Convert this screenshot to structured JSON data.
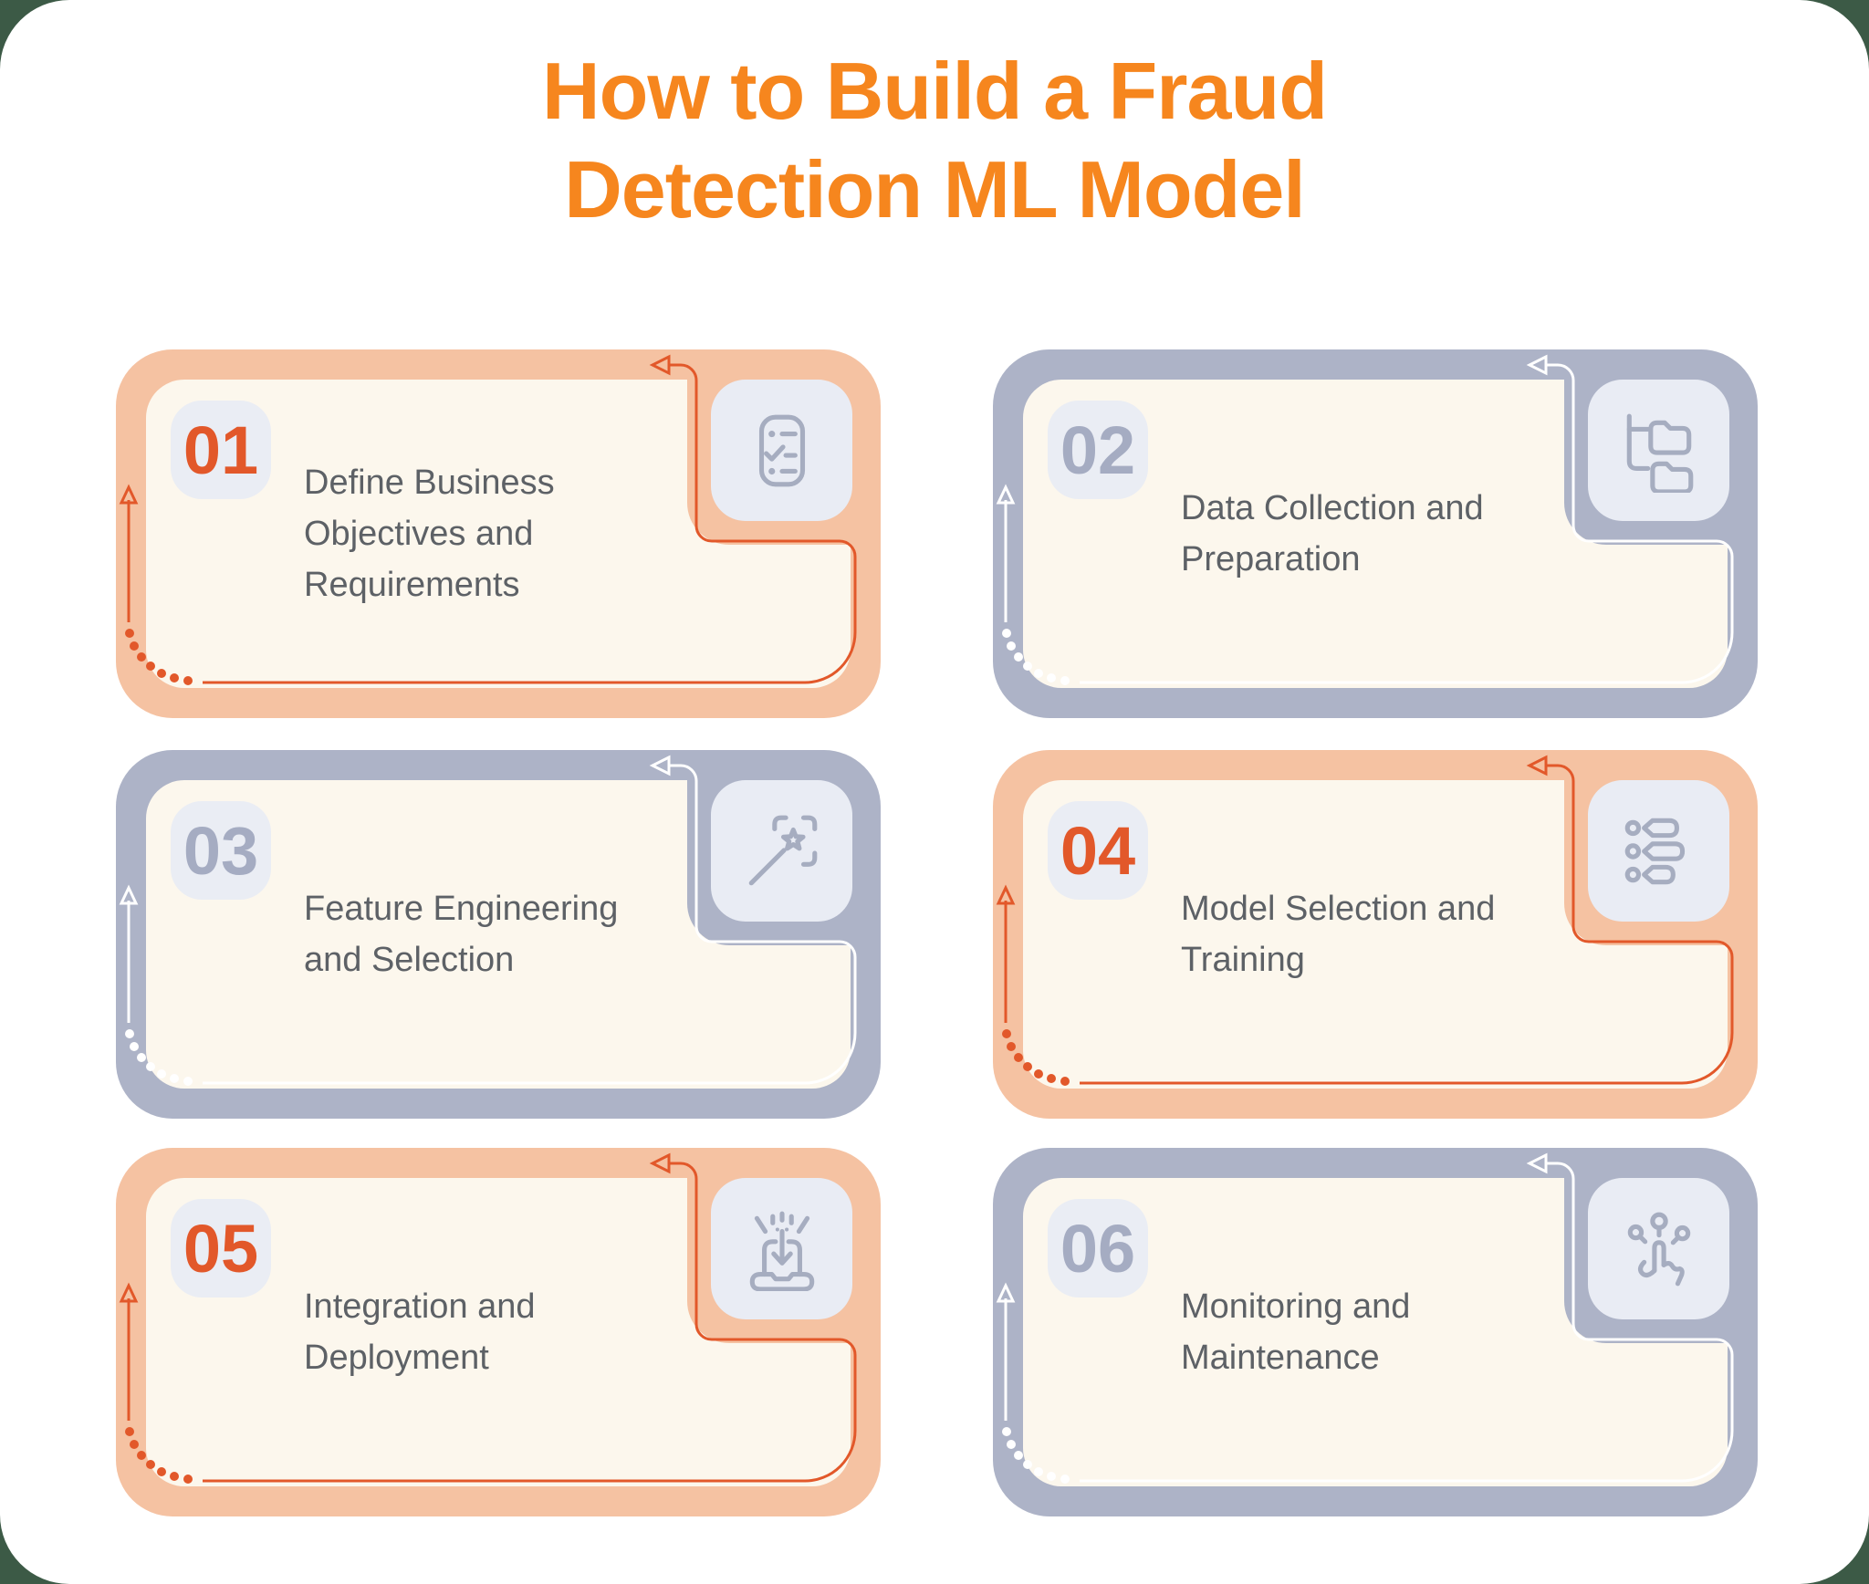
{
  "page": {
    "title_line1": "How to Build a Fraud",
    "title_line2": "Detection ML Model"
  },
  "steps": [
    {
      "number": "01",
      "title": "Define Business Objectives and Requirements",
      "icon": "checklist-icon",
      "theme": "orange"
    },
    {
      "number": "02",
      "title": "Data Collection and Preparation",
      "icon": "folder-tree-icon",
      "theme": "gray"
    },
    {
      "number": "03",
      "title": "Feature Engineering and Selection",
      "icon": "magic-wand-icon",
      "theme": "gray"
    },
    {
      "number": "04",
      "title": "Model Selection and Training",
      "icon": "options-list-icon",
      "theme": "orange"
    },
    {
      "number": "05",
      "title": "Integration and Deployment",
      "icon": "deploy-laptop-icon",
      "theme": "orange"
    },
    {
      "number": "06",
      "title": "Monitoring and Maintenance",
      "icon": "monitoring-touch-icon",
      "theme": "gray"
    }
  ],
  "colors": {
    "heading_orange": "#F6861E",
    "orange_card_border": "#F5C2A2",
    "orange_accent": "#E2582A",
    "gray_card_border": "#ADB3C7",
    "gray_accent_line": "#FFFFFF",
    "gray_number": "#A5ACC2",
    "card_panel": "#FCF7ED",
    "badge_background": "#EAEDF4",
    "icon_tile_background": "#E9ECF4",
    "icon_stroke": "#A6ADC0",
    "title_text": "#5D6166",
    "outer_background": "#3C5A46"
  }
}
